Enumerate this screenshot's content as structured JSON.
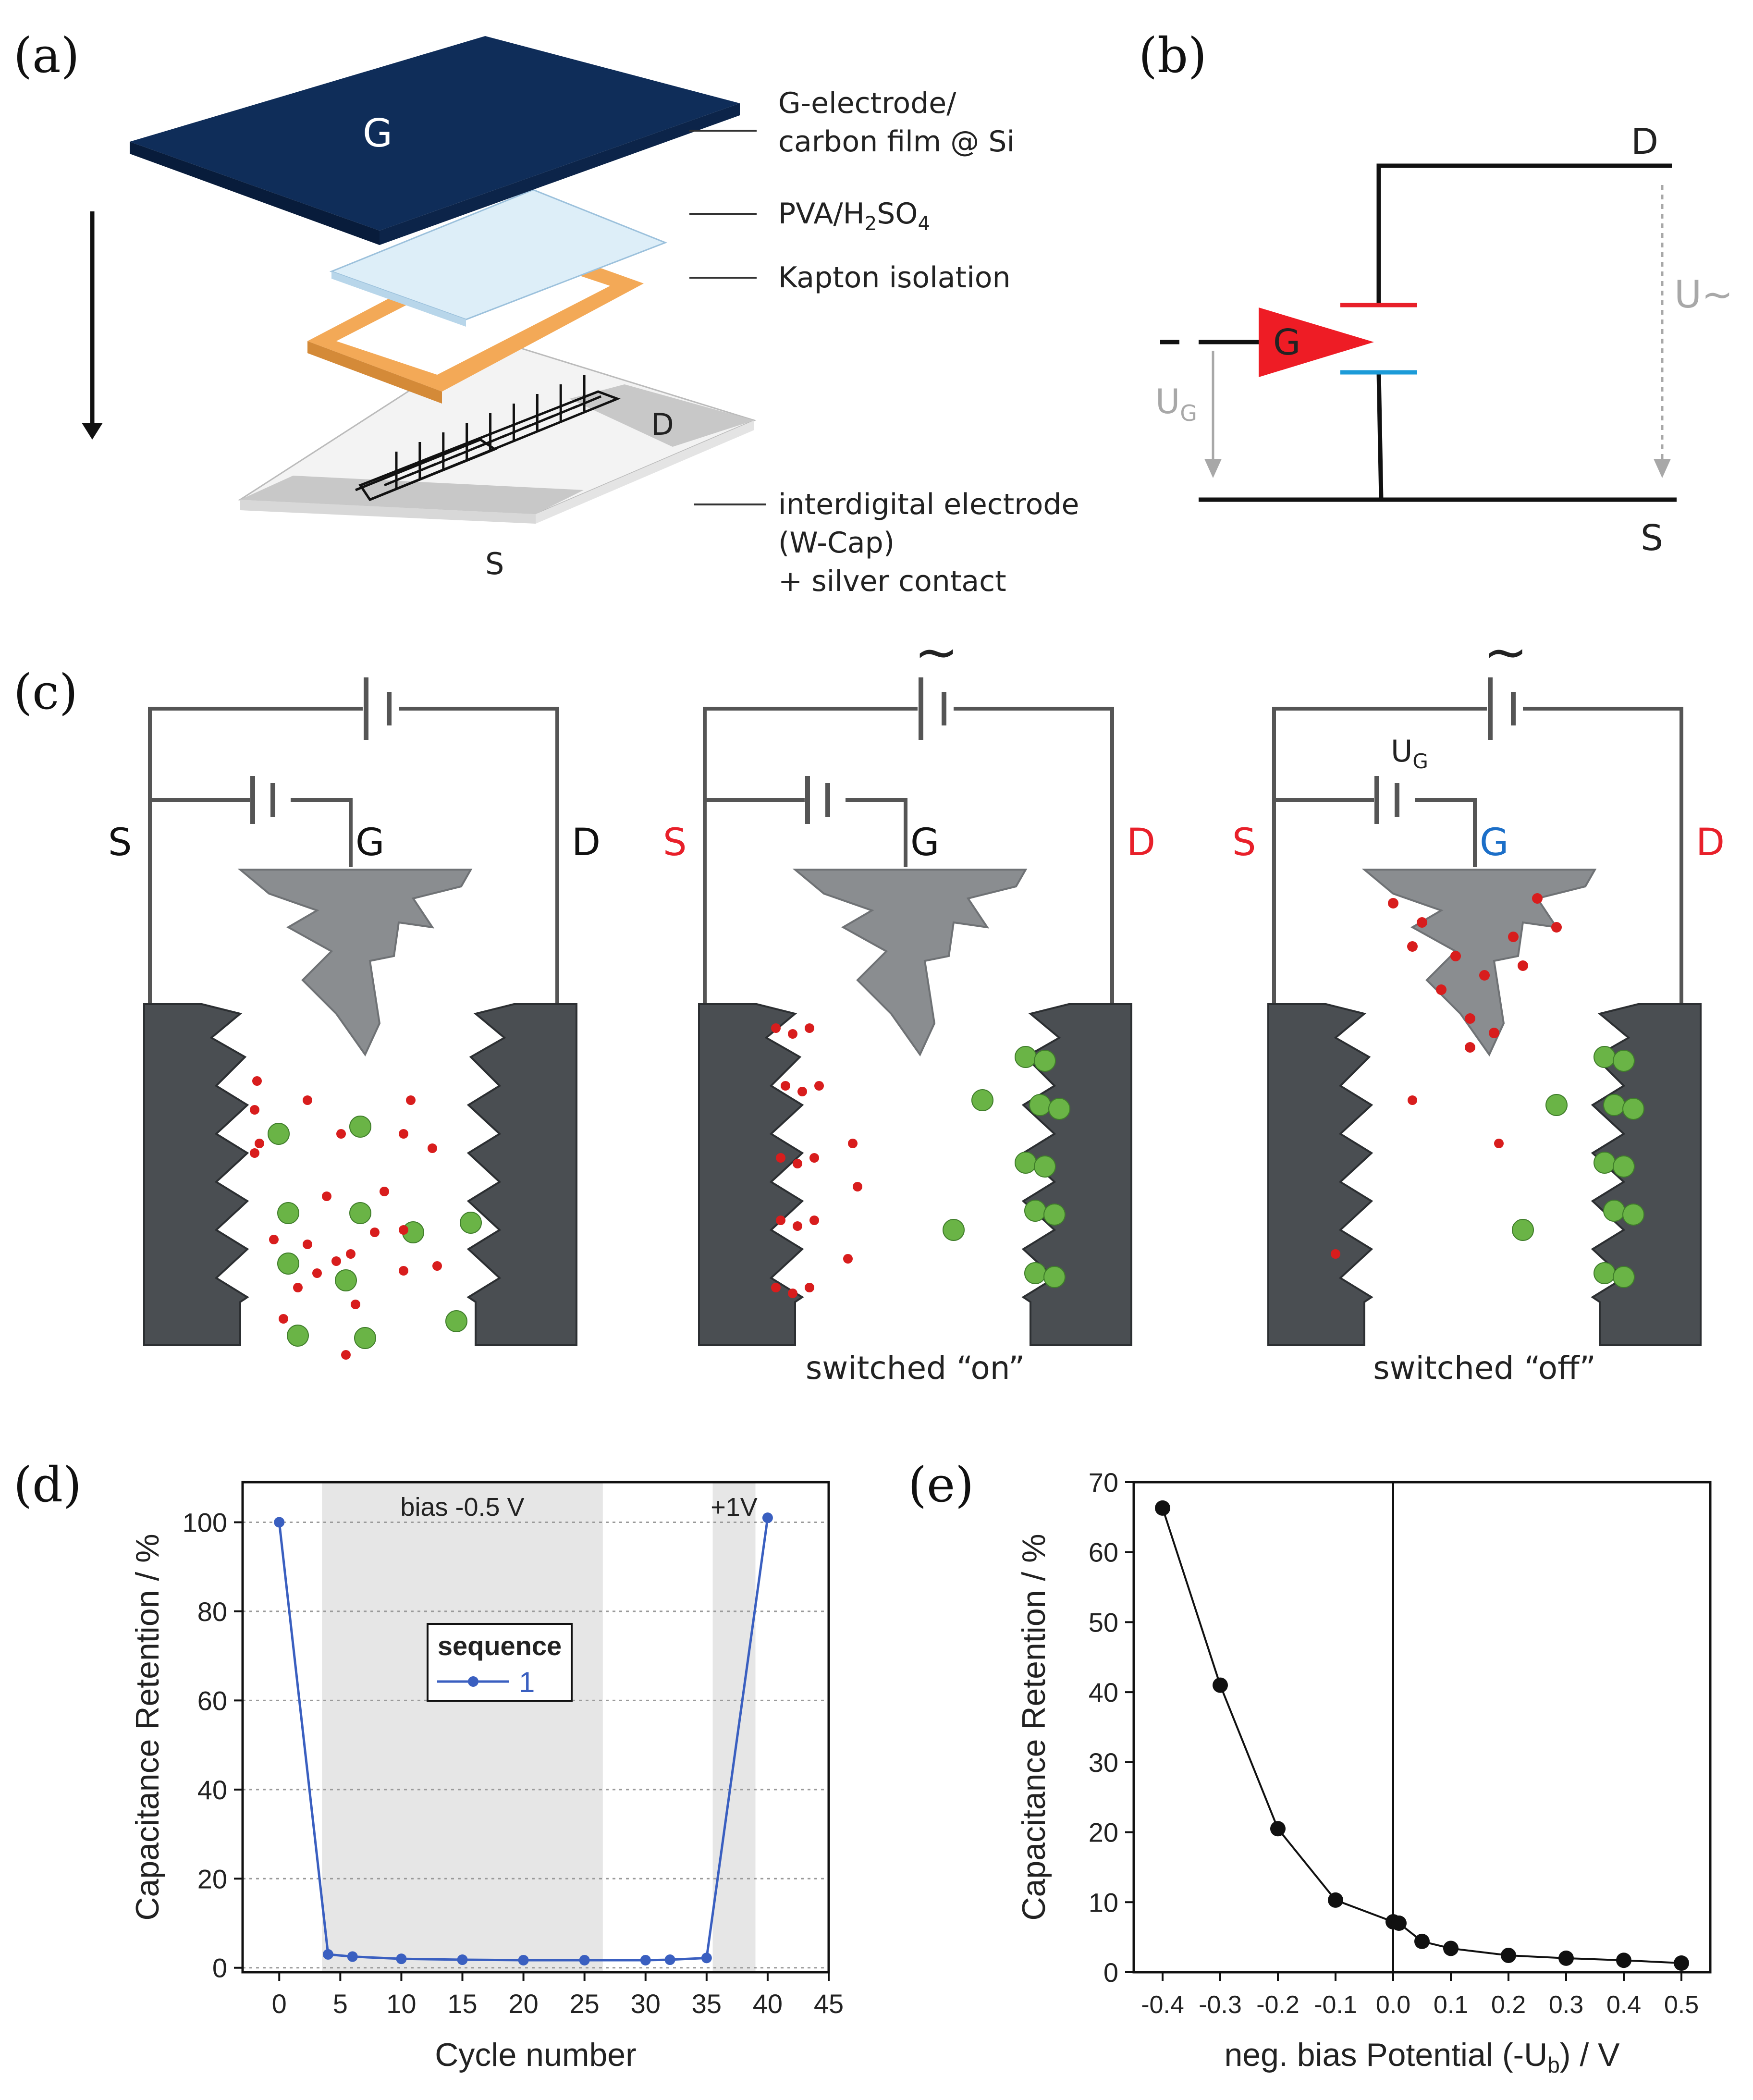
{
  "panels": {
    "a": "(a)",
    "b": "(b)",
    "c": "(c)",
    "d": "(d)",
    "e": "(e)"
  },
  "panel_a": {
    "top_layer_letter": "G",
    "layer_labels": [
      "G-electrode/",
      "carbon film @ Si",
      "PVA/H",
      "2",
      "SO",
      "4",
      "Kapton isolation",
      "interdigital electrode",
      "(W-Cap)",
      "+ silver contact"
    ],
    "drain_letter": "D",
    "source_letter": "S",
    "colors": {
      "top": "#0f2d59",
      "electrolyte": "#ddeef8",
      "kapton": "#f3a957",
      "substrate": "#f3f3f3",
      "contact": "#c8c8c8"
    }
  },
  "panel_b": {
    "drain": "D",
    "source": "S",
    "gate": "G",
    "minus": "-",
    "u_tilde": "U~",
    "u_g_main": "U",
    "u_g_sub": "G",
    "colors": {
      "gate_fill": "#ee1c25",
      "red_plate": "#e8202a",
      "blue_plate": "#1c9bd8",
      "arrow": "#a8a8a8"
    }
  },
  "panel_c": {
    "cells": [
      {
        "s": "S",
        "g": "G",
        "d": "D",
        "s_color": "#111111",
        "g_color": "#111111",
        "d_color": "#111111",
        "tilde": "",
        "ug": "",
        "caption": ""
      },
      {
        "s": "S",
        "g": "G",
        "d": "D",
        "s_color": "#e8202a",
        "g_color": "#111111",
        "d_color": "#e8202a",
        "tilde": "~",
        "ug": "",
        "caption": "switched “on”"
      },
      {
        "s": "S",
        "g": "G",
        "d": "D",
        "s_color": "#e8202a",
        "g_color": "#1c6fc8",
        "d_color": "#e8202a",
        "tilde": "~",
        "ug": "U",
        "ug_sub": "G",
        "caption": "switched “off”"
      }
    ],
    "colors": {
      "electrode": "#4a4e52",
      "gate": "#8a8d90",
      "cation": "#d81d1d",
      "anion": "#6ab446"
    }
  },
  "chart_data": [
    {
      "type": "line",
      "xlabel": "Cycle number",
      "ylabel": "Capacitance Retention / %",
      "xlim": [
        -3,
        45
      ],
      "ylim": [
        -1,
        109
      ],
      "xticks": [
        0,
        5,
        10,
        15,
        20,
        25,
        30,
        35,
        40,
        45
      ],
      "yticks": [
        0,
        20,
        40,
        60,
        80,
        100
      ],
      "grid": "horizontal dotted",
      "annotations": [
        "bias -0.5 V",
        "+1V"
      ],
      "shaded_regions": [
        [
          3.5,
          26.5
        ],
        [
          35.5,
          39
        ]
      ],
      "legend_title": "sequence",
      "series": [
        {
          "name": "1",
          "color": "#3a5fc0",
          "x": [
            0,
            4,
            6,
            10,
            15,
            20,
            25,
            30,
            32,
            35,
            40
          ],
          "y": [
            100,
            3,
            2.5,
            2,
            1.8,
            1.7,
            1.7,
            1.7,
            1.8,
            2.2,
            101
          ]
        }
      ]
    },
    {
      "type": "line",
      "xlabel": "neg. bias Potential (-U",
      "xlabel_sub": "b",
      "xlabel_end": ") / V",
      "ylabel": "Capacitance Retention / %",
      "xlim": [
        -0.45,
        0.55
      ],
      "ylim": [
        0,
        70
      ],
      "xticks": [
        "-0.4",
        "-0.3",
        "-0.2",
        "-0.1",
        "0.0",
        "0.1",
        "0.2",
        "0.3",
        "0.4",
        "0.5"
      ],
      "yticks": [
        0,
        10,
        20,
        30,
        40,
        50,
        60,
        70
      ],
      "vline_x": 0,
      "series": [
        {
          "color": "#111111",
          "x": [
            -0.4,
            -0.3,
            -0.2,
            -0.1,
            0.0,
            0.01,
            0.05,
            0.1,
            0.2,
            0.3,
            0.4,
            0.5
          ],
          "y": [
            66.3,
            41,
            20.5,
            10.3,
            7.2,
            7.0,
            4.4,
            3.4,
            2.4,
            2.0,
            1.7,
            1.3
          ]
        }
      ]
    }
  ]
}
